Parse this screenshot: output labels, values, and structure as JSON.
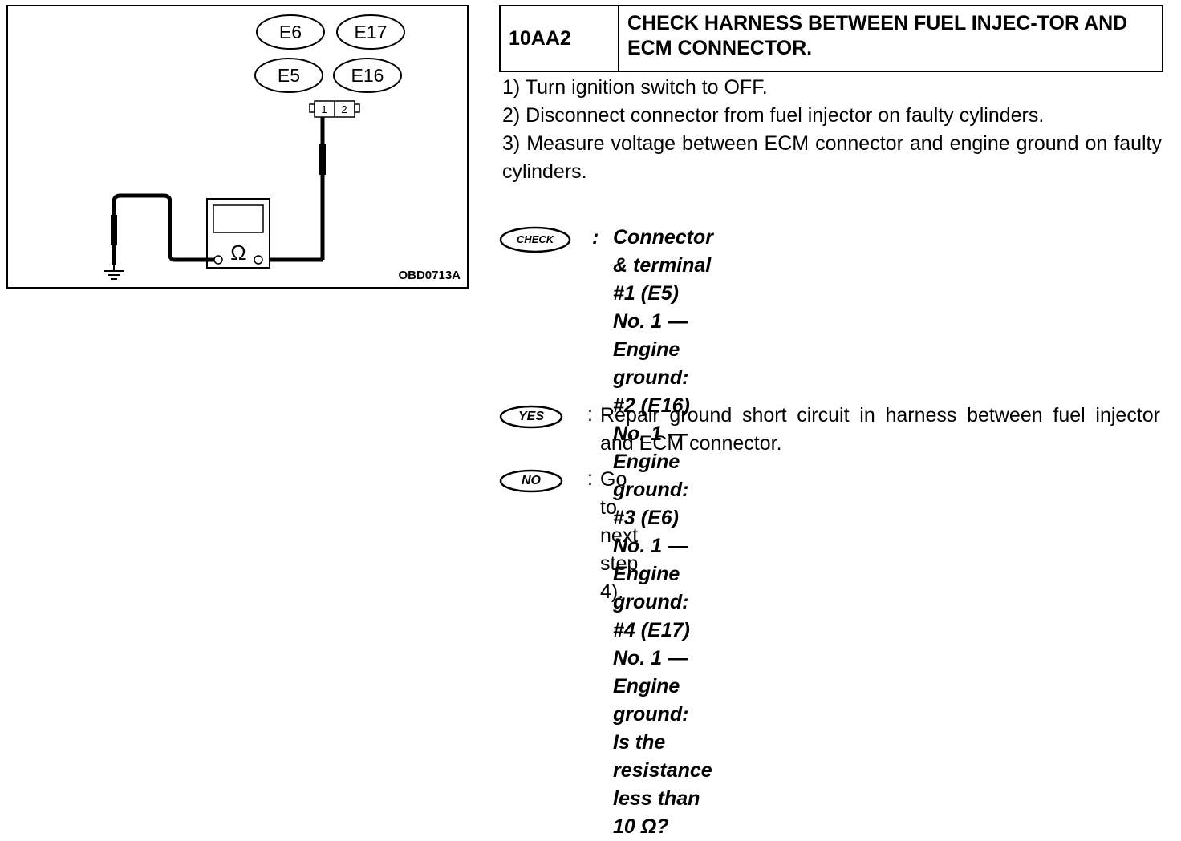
{
  "figure": {
    "connector_labels": [
      "E6",
      "E17",
      "E5",
      "E16"
    ],
    "pin_labels": [
      "1",
      "2"
    ],
    "meter_symbol": "Ω",
    "code": "OBD0713A"
  },
  "step": {
    "id": "10AA2",
    "title": "CHECK HARNESS BETWEEN FUEL INJEC-TOR AND ECM CONNECTOR."
  },
  "instructions": [
    "1) Turn ignition switch to OFF.",
    "2) Disconnect connector from fuel injector on faulty cylinders.",
    "3) Measure voltage between ECM connector and engine ground on faulty cylinders."
  ],
  "check": {
    "badge": "CHECK",
    "lines": [
      "Connector & terminal",
      "#1 (E5) No. 1 — Engine ground:",
      "#2 (E16) No. 1 — Engine ground:",
      "#3 (E6) No. 1 — Engine ground:",
      "#4 (E17) No. 1 — Engine ground:",
      "Is the resistance less than 10 Ω?"
    ]
  },
  "yes": {
    "badge": "YES",
    "text": "Repair ground short circuit in harness between fuel injector and ECM connector."
  },
  "no": {
    "badge": "NO",
    "text": "Go to next step 4)."
  },
  "separator": ":"
}
